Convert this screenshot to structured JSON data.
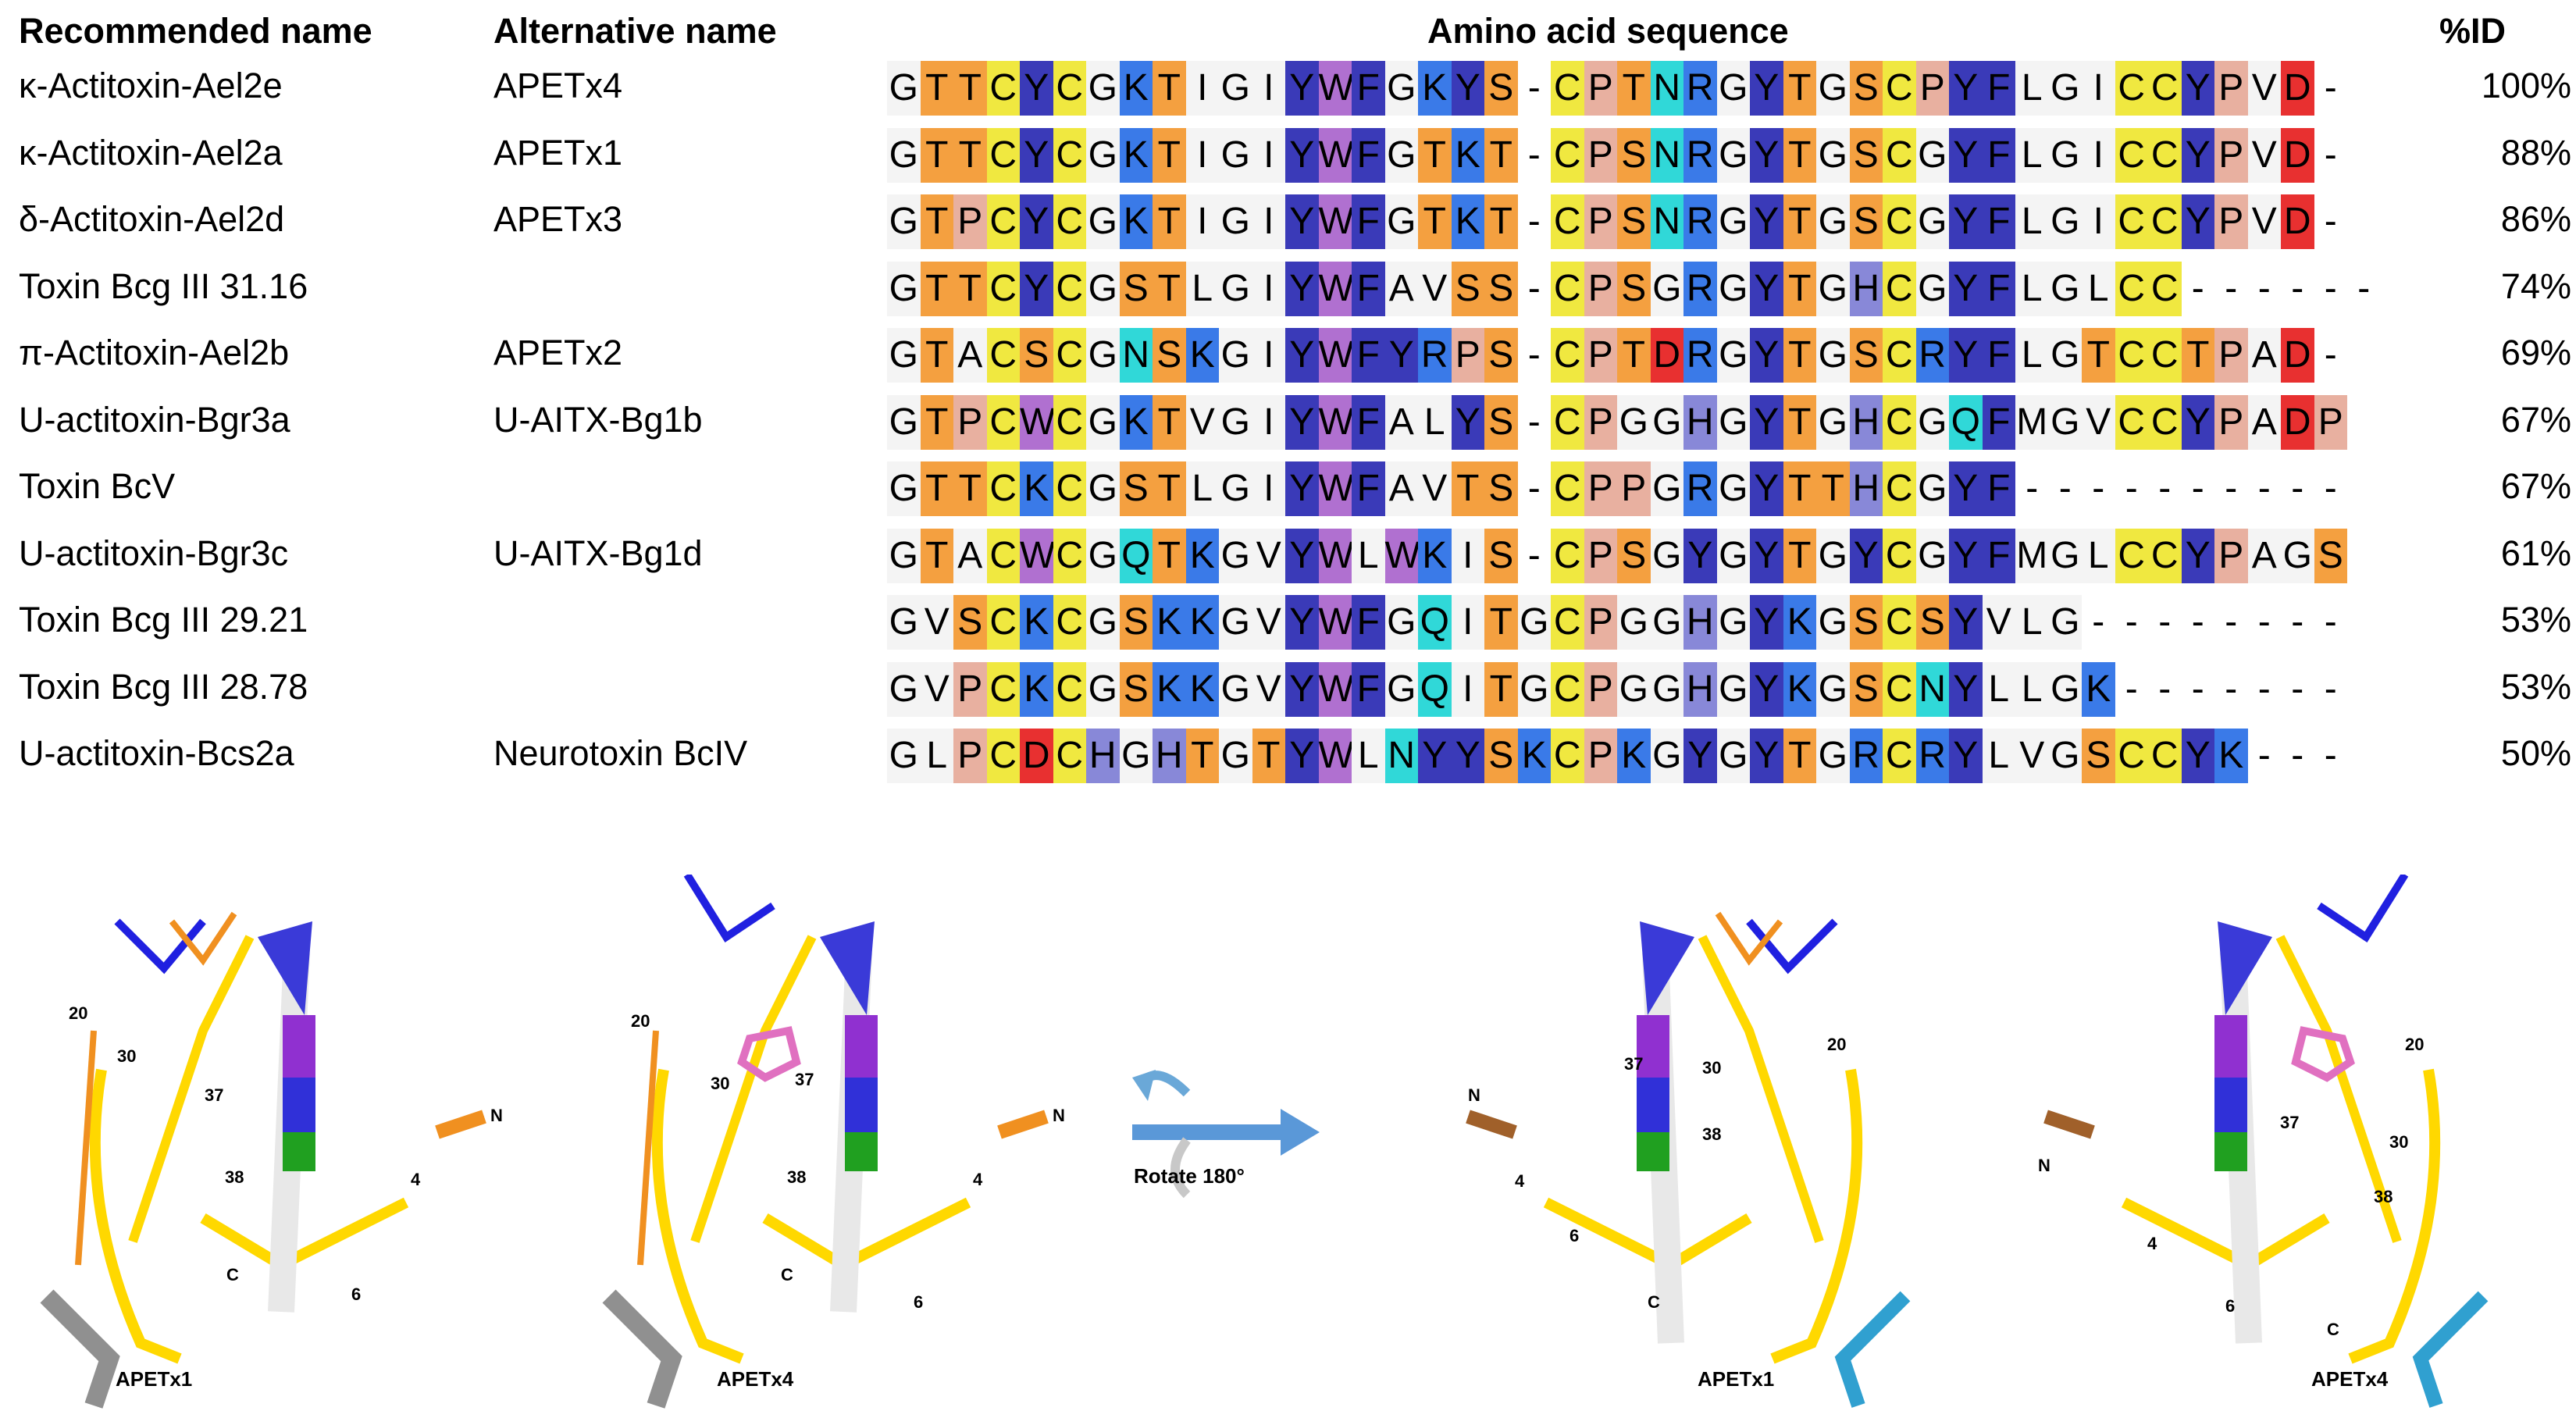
{
  "headers": {
    "recommended": "Recommended name",
    "alternative": "Alternative name",
    "sequence": "Amino acid sequence",
    "pid": "%ID"
  },
  "rows": [
    {
      "recommended": "κ-Actitoxin-Ael2e",
      "alternative": "APETx4",
      "seq": "GTTCYCGKTIGIYWFGKYS-CPTNRGYTGSCPYFLGICCYPVD-",
      "pid": "100%"
    },
    {
      "recommended": "κ-Actitoxin-Ael2a",
      "alternative": "APETx1",
      "seq": "GTTCYCGKTIGIYWFGTKT-CPSNRGYTGSCGYFLGICCYPVD-",
      "pid": "88%"
    },
    {
      "recommended": "δ-Actitoxin-Ael2d",
      "alternative": "APETx3",
      "seq": "GTPCYCGKTIGIYWFGTKT-CPSNRGYTGSCGYFLGICCYPVD-",
      "pid": "86%"
    },
    {
      "recommended": "Toxin Bcg III 31.16",
      "alternative": "",
      "seq": "GTTCYCGSTLGIYWFAVSS-CPSGRGYTGHCGYFLGLCC------",
      "pid": "74%"
    },
    {
      "recommended": "π-Actitoxin-Ael2b",
      "alternative": "APETx2",
      "seq": "GTACSCGNSKGIYWFYRPS-CPTDRGYTGSCRYFLGTCCTPAD-",
      "pid": "69%"
    },
    {
      "recommended": "U-actitoxin-Bgr3a",
      "alternative": "U-AITX-Bg1b",
      "seq": "GTPCWCGKTVGIYWFALYS-CPGGHGYTGHCGQFMGVCCYPADP",
      "pid": "67%"
    },
    {
      "recommended": "Toxin BcV",
      "alternative": "",
      "seq": "GTTCKCGSTLGIYWFAVTS-CPPGRGYTTHCGYF----------",
      "pid": "67%"
    },
    {
      "recommended": "U-actitoxin-Bgr3c",
      "alternative": "U-AITX-Bg1d",
      "seq": "GTACWCGQTKGVYWLWKIS-CPSGYGYTGYCGYFMGLCCYPAGS",
      "pid": "61%"
    },
    {
      "recommended": "Toxin Bcg III 29.21",
      "alternative": "",
      "seq": "GVSCKCGSKKGVYWFGQITGCPGGHGYKGSCSYVLG--------",
      "pid": "53%"
    },
    {
      "recommended": "Toxin Bcg III 28.78",
      "alternative": "",
      "seq": "GVPCKCGSKKGVYWFGQITGCPGGHGYKGSCNYLLGK-------",
      "pid": "53%"
    },
    {
      "recommended": "U-actitoxin-Bcs2a",
      "alternative": "Neurotoxin BcIV",
      "seq": "GLPCDCHGHTGTYWLNYYSKCPKGYGYTGRCRYLVGSCCYK---",
      "pid": "50%"
    }
  ],
  "residue_colors": {
    "G": "#f4f4f4",
    "A": "#f4f4f4",
    "V": "#f4f4f4",
    "L": "#f4f4f4",
    "I": "#f4f4f4",
    "M": "#f4f4f4",
    "T": "#f4a040",
    "S": "#f4a040",
    "C": "#f0e840",
    "Y": "#3a3ab8",
    "W": "#b070d0",
    "F": "#3a3ab8",
    "K": "#3a7ae8",
    "R": "#3a7ae8",
    "H": "#8888d8",
    "D": "#e83030",
    "E": "#e83030",
    "N": "#30d8d8",
    "Q": "#30d8d8",
    "P": "#e8b0a0",
    "-": "#ffffff"
  },
  "structures": [
    {
      "name": "APETx1",
      "labels": [
        "20",
        "30",
        "37",
        "38",
        "4",
        "6",
        "N",
        "C"
      ]
    },
    {
      "name": "APETx4",
      "labels": [
        "20",
        "30",
        "37",
        "38",
        "4",
        "6",
        "N",
        "C"
      ]
    },
    {
      "name": "APETx1",
      "labels": [
        "20",
        "30",
        "37",
        "38",
        "4",
        "6",
        "N",
        "C"
      ]
    },
    {
      "name": "APETx4",
      "labels": [
        "20",
        "30",
        "37",
        "38",
        "4",
        "6",
        "N",
        "C"
      ]
    }
  ],
  "rotate_label": "Rotate 180°"
}
